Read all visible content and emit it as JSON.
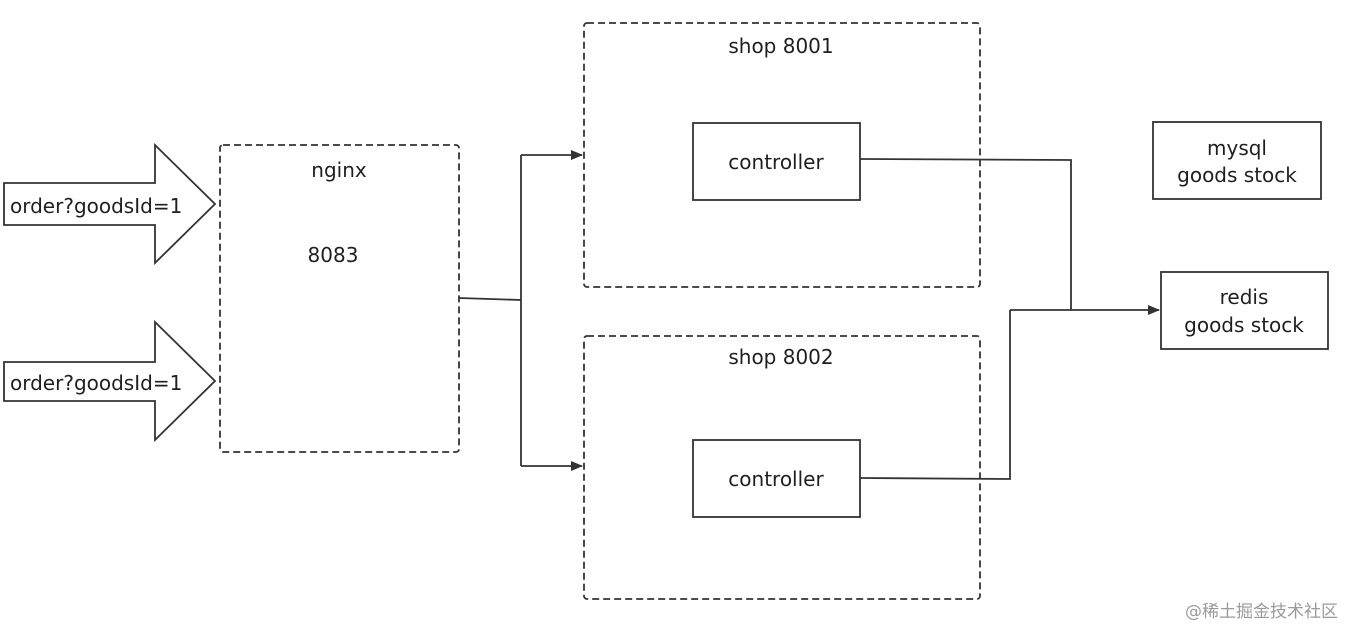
{
  "request_1": {
    "label": "order?goodsId=1"
  },
  "request_2": {
    "label": "order?goodsId=1"
  },
  "nginx": {
    "title": "nginx",
    "port": "8083"
  },
  "shop_1": {
    "title": "shop 8001",
    "controller": "controller"
  },
  "shop_2": {
    "title": "shop 8002",
    "controller": "controller"
  },
  "mysql": {
    "line1": "mysql",
    "line2": "goods stock"
  },
  "redis": {
    "line1": "redis",
    "line2": "goods stock"
  },
  "watermark": "@稀土掘金技术社区",
  "colors": {
    "stroke": "#333333",
    "text": "#1f1f1f",
    "watermark": "#9a9a9a"
  }
}
